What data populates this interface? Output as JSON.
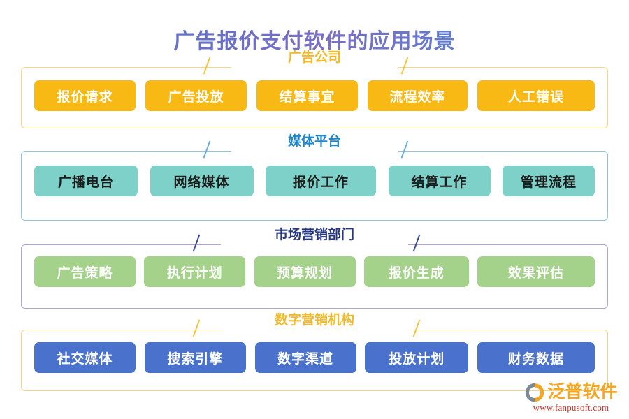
{
  "page": {
    "title": "广告报价支付软件的应用场景",
    "title_gradient_from": "#4a7fd4",
    "title_gradient_to": "#4a86d8",
    "background": "#ffffff"
  },
  "sections": [
    {
      "id": "advertising-company",
      "label": "广告公司",
      "frame_color": "#f5d97a",
      "label_color": "#f5b921",
      "chip_color": "#f9b915",
      "chip_text_color": "#ffffff",
      "chips": [
        {
          "label": "报价请求"
        },
        {
          "label": "广告投放"
        },
        {
          "label": "结算事宜"
        },
        {
          "label": "流程效率"
        },
        {
          "label": "人工错误"
        }
      ]
    },
    {
      "id": "media-platform",
      "label": "媒体平台",
      "frame_color": "#8ec4e8",
      "label_color": "#1f86cc",
      "chip_color": "#7ed1c8",
      "chip_text_color": "#1c1c1c",
      "chips": [
        {
          "label": "广播电台"
        },
        {
          "label": "网络媒体"
        },
        {
          "label": "报价工作"
        },
        {
          "label": "结算工作"
        },
        {
          "label": "管理流程"
        }
      ]
    },
    {
      "id": "marketing-department",
      "label": "市场营销部门",
      "frame_color": "#a9a9d8",
      "label_color": "#26377f",
      "chip_color": "#a5d28a",
      "chip_text_color": "#ffffff",
      "chips": [
        {
          "label": "广告策略"
        },
        {
          "label": "执行计划"
        },
        {
          "label": "预算规划"
        },
        {
          "label": "报价生成"
        },
        {
          "label": "效果评估"
        }
      ]
    },
    {
      "id": "digital-marketing-agency",
      "label": "数字营销机构",
      "frame_color": "#f2d583",
      "label_color": "#f0ba2e",
      "chip_color": "#4a72cc",
      "chip_text_color": "#ffffff",
      "chips": [
        {
          "label": "社交媒体"
        },
        {
          "label": "搜索引擎"
        },
        {
          "label": "数字渠道"
        },
        {
          "label": "投放计划"
        },
        {
          "label": "财务数据"
        }
      ]
    }
  ],
  "logo": {
    "name": "泛普软件",
    "url": "www.fanpusoft.com",
    "mark_icon": "fanpu-c-mark-icon",
    "name_color": "#f5a623",
    "url_color": "#c0392b"
  }
}
